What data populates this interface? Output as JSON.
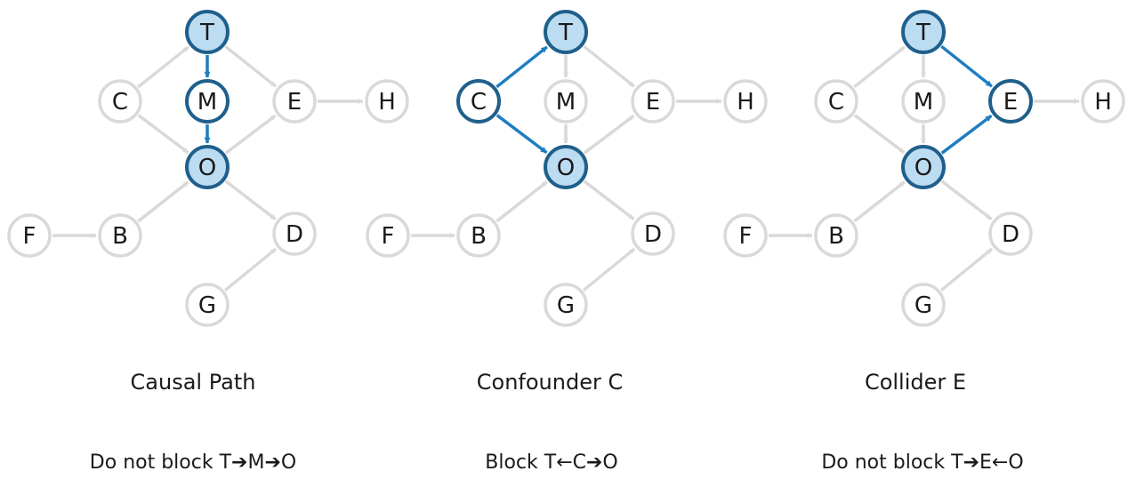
{
  "colors": {
    "inactive_stroke": "#d9d9d9",
    "active_stroke": "#1f5f8b",
    "active_edge": "#1f7dc1",
    "active_fill": "#bcdcf2",
    "node_fill": "#ffffff"
  },
  "nodes": [
    "T",
    "M",
    "C",
    "E",
    "H",
    "O",
    "F",
    "B",
    "D",
    "G"
  ],
  "edges": [
    [
      "T",
      "M"
    ],
    [
      "M",
      "O"
    ],
    [
      "C",
      "T"
    ],
    [
      "C",
      "O"
    ],
    [
      "T",
      "E"
    ],
    [
      "O",
      "E"
    ],
    [
      "E",
      "H"
    ],
    [
      "F",
      "B"
    ],
    [
      "B",
      "O"
    ],
    [
      "O",
      "D"
    ],
    [
      "G",
      "D"
    ]
  ],
  "panels": [
    {
      "caption": "Causal Path",
      "rule": "Do not block T➔M➔O",
      "filled_nodes": [
        "T",
        "O"
      ],
      "bold_nodes": [
        "T",
        "M",
        "O"
      ],
      "bold_edges": [
        [
          "T",
          "M"
        ],
        [
          "M",
          "O"
        ]
      ]
    },
    {
      "caption": "Confounder C",
      "rule": "Block T←C➔O",
      "filled_nodes": [
        "T",
        "O"
      ],
      "bold_nodes": [
        "T",
        "C",
        "O"
      ],
      "bold_edges": [
        [
          "C",
          "T"
        ],
        [
          "C",
          "O"
        ]
      ]
    },
    {
      "caption": "Collider E",
      "rule": "Do not block T➔E←O",
      "filled_nodes": [
        "T",
        "O"
      ],
      "bold_nodes": [
        "T",
        "E",
        "O"
      ],
      "bold_edges": [
        [
          "T",
          "E"
        ],
        [
          "O",
          "E"
        ]
      ]
    }
  ]
}
